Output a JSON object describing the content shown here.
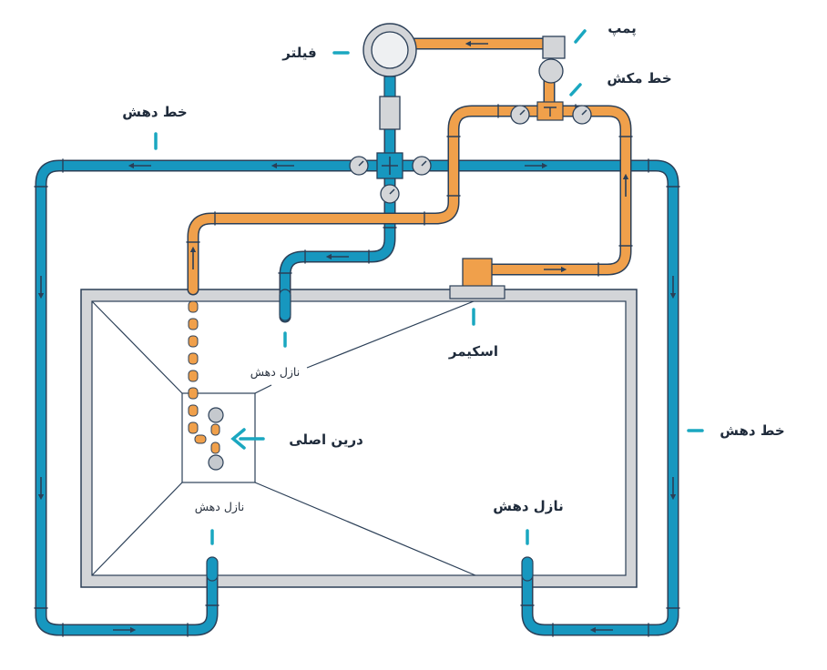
{
  "colors": {
    "pressure_line": "#1797bf",
    "suction_line": "#f0a04b",
    "outline": "#2b3f57",
    "pool_frame": "#d3d5d8",
    "callout": "#1aa7c0"
  },
  "labels": {
    "pump": "پمپ",
    "filter": "فیلتر",
    "suction_line": "خط مکش",
    "pressure_line_left": "خط دهش",
    "pressure_line_right": "خط دهش",
    "skimmer": "اسکیمر",
    "main_drain": "درین اصلی",
    "nozzle_top": "نازل دهش",
    "nozzle_left": "نازل دهش",
    "nozzle_right": "نازل دهش"
  }
}
